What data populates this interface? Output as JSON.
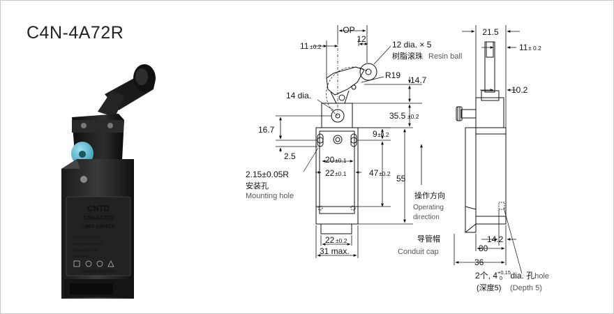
{
  "title": "C4N-4A72R",
  "product": {
    "brand": "CNTD",
    "model": "C4N-4A72R",
    "type": "LIMIT SWITCH",
    "rating1": "AC-15  3A/250VAC",
    "rating2": "DC-13  0.3A/220VDC",
    "standard": "GB14048.5  IP66",
    "standard2": "EN60947-5-1",
    "maker": "CHANGDE ELECTRIC"
  },
  "front": {
    "op": "OP",
    "d12": "12",
    "d11": "11",
    "d11_tol": "±0.2",
    "roller": "12 dia. × 5",
    "resin_cn": "树脂滚珠",
    "resin_en": "Resin ball",
    "r19": "R19",
    "d14_7": "14.7",
    "d14dia": "14 dia.",
    "d35_5": "35.5",
    "d35_5_tol": "±0.2",
    "d16_7": "16.7",
    "d9": "9",
    "d9_tol": "±0.2",
    "d2_5": "2.5",
    "d20": "20",
    "d20_tol": "±0.1",
    "d22a": "22",
    "d22a_tol": "±0.1",
    "d47": "47",
    "d47_tol": "±0.2",
    "d55": "55",
    "hole": "2.15±0.05R",
    "hole_cn": "安装孔",
    "hole_en": "Mounting hole",
    "d22b": "22",
    "d22b_tol": "±0.2",
    "d31": "31 max.",
    "opdir_cn": "操作方向",
    "opdir_en1": "Operating",
    "opdir_en2": "direction",
    "conduit_cn": "导管帽",
    "conduit_en": "Conduit cap"
  },
  "side": {
    "d21_5": "21.5",
    "d11": "11",
    "d11_tol": "± 0.2",
    "d10_2": "10.2",
    "d14_2": "14.2",
    "d30": "30",
    "d36": "36",
    "holes_a": "2个, 4",
    "holes_sup": "+0.15",
    "holes_sub": "0",
    "holes_b": " dia. 孔",
    "holes_c": "hole",
    "depth_cn": "(深度5)",
    "depth_en": "(Depth 5)"
  }
}
